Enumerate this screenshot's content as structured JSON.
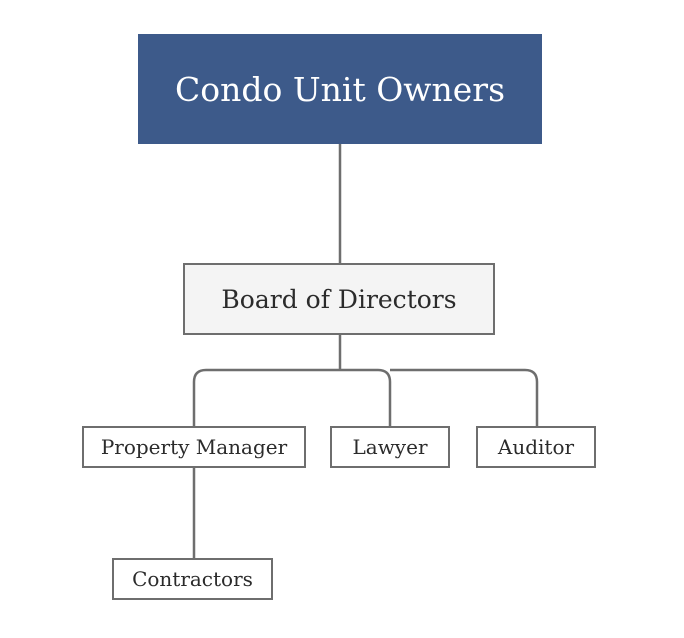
{
  "diagram": {
    "root": {
      "label": "Condo Unit Owners"
    },
    "board": {
      "label": "Board of Directors"
    },
    "children": [
      {
        "label": "Property Manager"
      },
      {
        "label": "Lawyer"
      },
      {
        "label": "Auditor"
      }
    ],
    "grandchild": {
      "label": "Contractors"
    }
  },
  "colors": {
    "root_fill": "#3d5a8a",
    "root_text": "#ffffff",
    "board_fill": "#f4f4f4",
    "border": "#6e6e6e"
  }
}
